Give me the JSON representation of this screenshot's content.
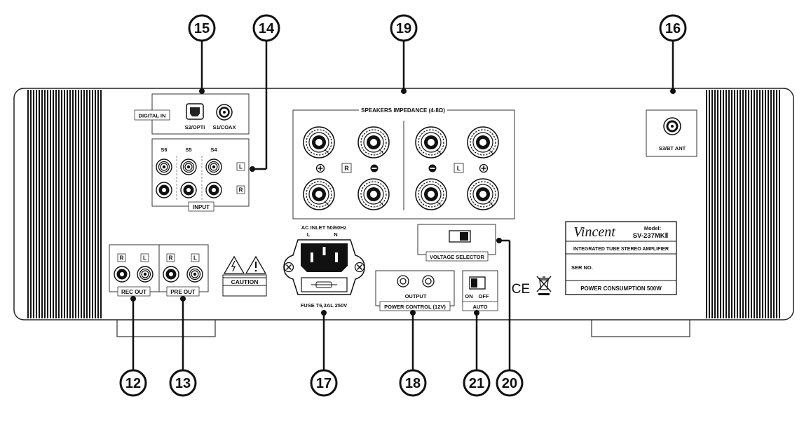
{
  "callouts": {
    "c12": "12",
    "c13": "13",
    "c14": "14",
    "c15": "15",
    "c16": "16",
    "c17": "17",
    "c18": "18",
    "c19": "19",
    "c20": "20",
    "c21": "21"
  },
  "digital": {
    "title": "DIGITAL IN",
    "opti": "S2/OPTI",
    "coax": "S1/COAX"
  },
  "input": {
    "title": "INPUT",
    "s6": "S6",
    "s5": "S5",
    "s4": "S4",
    "left": "L",
    "right": "R"
  },
  "speakers": {
    "title": "SPEAKERS IMPEDANCE (4-8Ω)",
    "right_mark": "R",
    "left_mark": "L"
  },
  "bt": {
    "label": "S3/BT ANT"
  },
  "rec_out": {
    "title": "REC OUT",
    "r": "R",
    "l": "L"
  },
  "pre_out": {
    "title": "PRE OUT",
    "r": "R",
    "l": "L"
  },
  "caution": {
    "label": "CAUTION"
  },
  "ac_inlet": {
    "title": "AC INLET 50/60Hz",
    "l": "L",
    "n": "N",
    "fuse": "FUSE T6,3AL 250V"
  },
  "voltage": {
    "label": "VOLTAGE SELECTOR"
  },
  "power_control": {
    "output": "OUTPUT",
    "title": "POWER CONTROL (12V)"
  },
  "auto": {
    "on": "ON",
    "off": "OFF",
    "title": "AUTO"
  },
  "ce": {
    "label": "CE"
  },
  "nameplate": {
    "brand": "Vincent",
    "model_label": "Model:",
    "model": "SV-237MKⅡ",
    "product": "INTEGRATED TUBE STEREO AMPLIFIER",
    "serial": "SER NO.",
    "power": "POWER CONSUMPTION  500W"
  }
}
